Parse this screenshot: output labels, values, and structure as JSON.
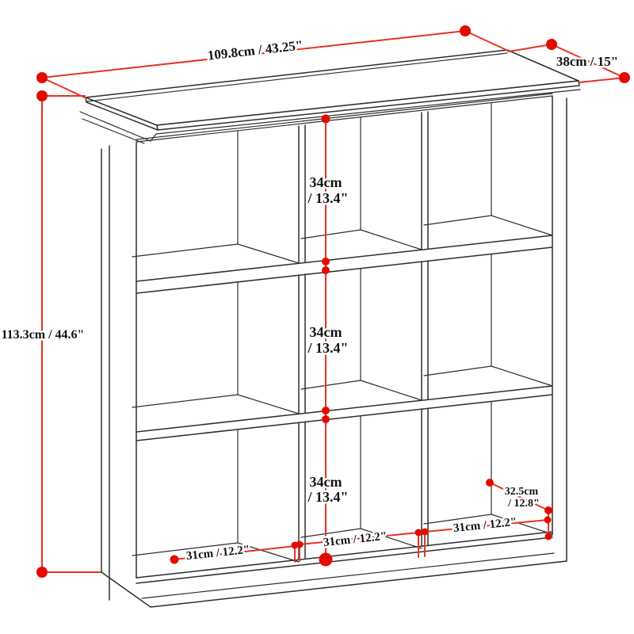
{
  "dimensions": {
    "overall_width": {
      "label": "109.8cm / 43.25\""
    },
    "overall_depth": {
      "label": "38cm / 15\""
    },
    "overall_height": {
      "label": "113.3cm / 44.6\""
    },
    "cube_height_row1": {
      "cm": "34cm",
      "inch": "/ 13.4\""
    },
    "cube_height_row2": {
      "cm": "34cm",
      "inch": "/ 13.4\""
    },
    "cube_height_row3": {
      "cm": "34cm",
      "inch": "/ 13.4\""
    },
    "cube_width_left": {
      "label": "31cm / 12.2\""
    },
    "cube_width_center": {
      "label": "31cm / 12.2\""
    },
    "cube_width_right": {
      "label": "31cm / 12.2\""
    },
    "cube_depth": {
      "cm": "32.5cm",
      "inch": "/ 12.8\""
    }
  },
  "colors": {
    "dimension_line": "#e63327",
    "dimension_dot": "#e30b00",
    "outline": "#2e2e2e",
    "text": "#121212",
    "background": "#ffffff"
  }
}
